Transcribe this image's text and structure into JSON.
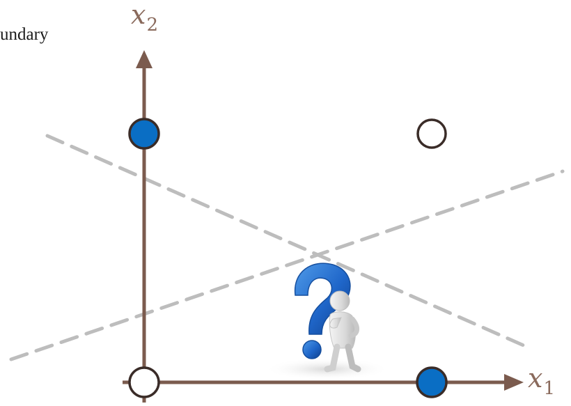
{
  "header": {
    "partial_title": "undary"
  },
  "axes": {
    "x1_var": "x",
    "x1_sub": "1",
    "x2_var": "x",
    "x2_sub": "2",
    "color": "#7b5b4e"
  },
  "points": [
    {
      "name": "point-origin",
      "fill": "#ffffff"
    },
    {
      "name": "point-x2",
      "fill": "#0a6ec4"
    },
    {
      "name": "point-x1",
      "fill": "#0a6ec4"
    },
    {
      "name": "point-top-right",
      "fill": "#ffffff"
    }
  ],
  "boundary_color": "#bdbdbd",
  "illustration": {
    "icon": "thinking-person-question-mark-icon",
    "accent": "#1f66c9"
  }
}
